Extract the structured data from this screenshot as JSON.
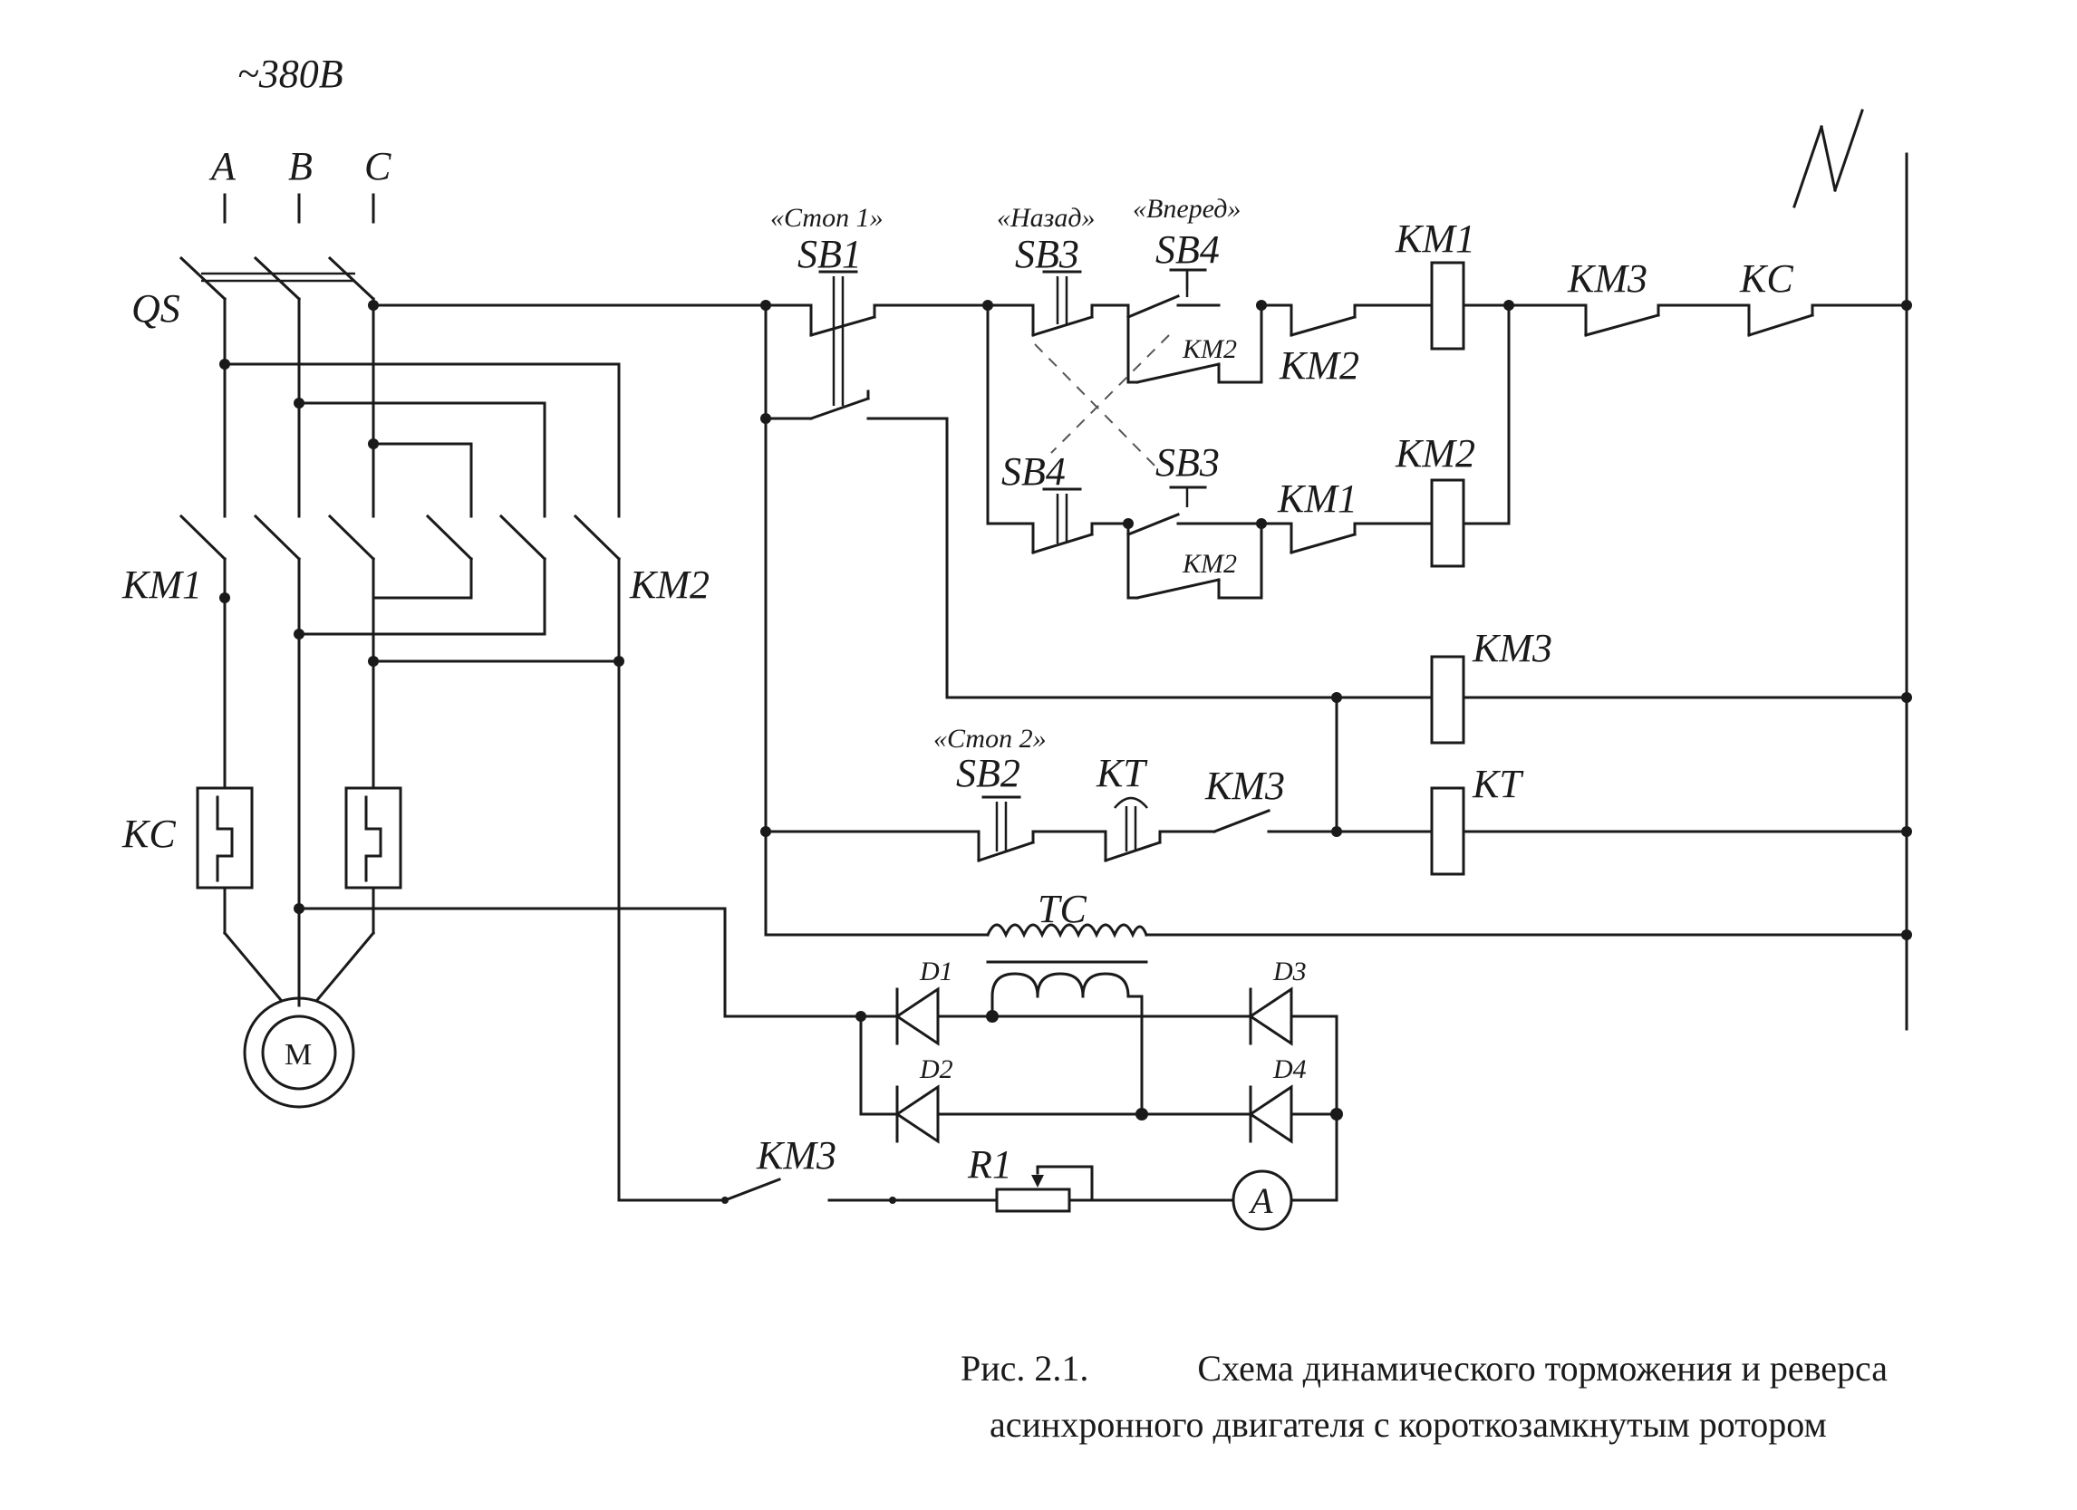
{
  "supply": {
    "voltage": "~380В",
    "phase_a": "A",
    "phase_b": "B",
    "phase_c": "C",
    "neutral": "N"
  },
  "labels": {
    "qs": "QS",
    "km1_power": "KM1",
    "km2_power": "KM2",
    "kc_thermal": "KC",
    "motor": "M",
    "stop1_caption": "«Стоп 1»",
    "sb1": "SB1",
    "back_caption": "«Назад»",
    "sb3_top": "SB3",
    "forward_caption": "«Вперед»",
    "sb4_top": "SB4",
    "km1_coil": "KM1",
    "km3_contact_top": "KM3",
    "kc_contact": "KC",
    "km2_aux_top": "KM2",
    "km2_interlock": "KM2",
    "sb4_bottom": "SB4",
    "sb3_bottom": "SB3",
    "km1_interlock": "KM1",
    "km2_coil": "KM2",
    "km2_aux_bottom": "KM2",
    "km3_coil": "KM3",
    "stop2_caption": "«Стоп 2»",
    "sb2": "SB2",
    "kt_contact": "KT",
    "km3_contact_mid": "KM3",
    "kt_coil": "KT",
    "tc": "TC",
    "d1": "D1",
    "d2": "D2",
    "d3": "D3",
    "d4": "D4",
    "km3_contact_bottom": "KM3",
    "r1": "R1",
    "ammeter": "A"
  },
  "caption": {
    "figure_number": "Рис. 2.1.",
    "title_line1": "Схема динамического торможения и реверса",
    "title_line2": "асинхронного двигателя с короткозамкнутым ротором"
  }
}
